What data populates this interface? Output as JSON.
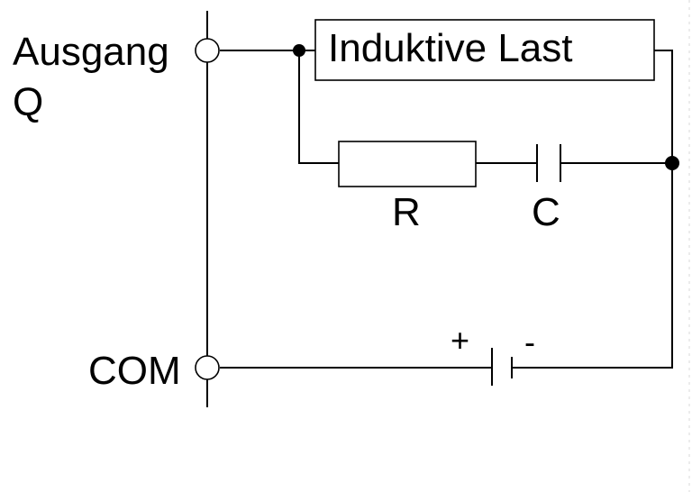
{
  "labels": {
    "output_line1": "Ausgang",
    "output_line2": "Q",
    "common": "COM",
    "load": "Induktive Last",
    "resistor": "R",
    "capacitor": "C",
    "plus": "+",
    "minus": "-"
  },
  "colors": {
    "line": "#000000",
    "background": "#ffffff"
  }
}
